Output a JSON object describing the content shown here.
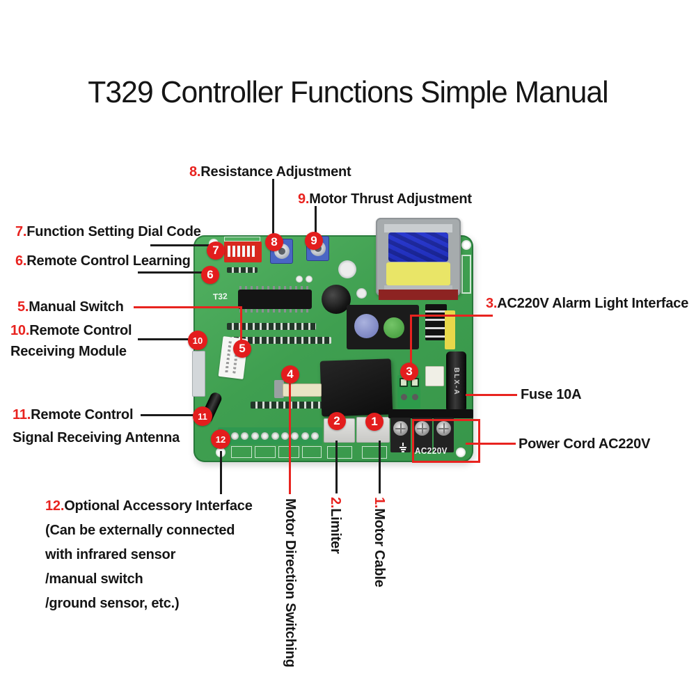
{
  "title": "T329 Controller Functions Simple Manual",
  "callouts": {
    "resistance": {
      "num": "8.",
      "label": "Resistance Adjustment"
    },
    "thrust": {
      "num": "9.",
      "label": "Motor Thrust Adjustment"
    },
    "dial_code": {
      "num": "7.",
      "label": "Function Setting Dial Code"
    },
    "remote_learning": {
      "num": "6.",
      "label": "Remote Control Learning"
    },
    "manual_switch": {
      "num": "5.",
      "label": "Manual Switch"
    },
    "receiving_module": {
      "num": "10.",
      "label": "Remote Control",
      "label2": "Receiving Module"
    },
    "antenna": {
      "num": "11.",
      "label": "Remote Control",
      "label2": "Signal Receiving Antenna"
    },
    "accessory": {
      "num": "12.",
      "label": "Optional Accessory Interface",
      "line2": "(Can be externally connected",
      "line3": "with infrared sensor",
      "line4": "/manual switch",
      "line5": "/ground sensor, etc.)"
    },
    "alarm": {
      "num": "3.",
      "label": "AC220V Alarm Light Interface"
    },
    "fuse": {
      "label": "Fuse 10A"
    },
    "power_cord": {
      "label": "Power Cord AC220V"
    },
    "motor_direction": {
      "label": "Motor Direction Switching"
    },
    "limiter": {
      "num": "2.",
      "label": "Limiter"
    },
    "motor_cable": {
      "num": "1.",
      "label": "Motor Cable"
    }
  },
  "board_markers": {
    "m1": "1",
    "m2": "2",
    "m3": "3",
    "m4": "4",
    "m5": "5",
    "m6": "6",
    "m7": "7",
    "m8": "8",
    "m9": "9",
    "m10": "10",
    "m11": "11",
    "m12": "12"
  },
  "silkscreen": {
    "model": "T32",
    "power": "AC220V",
    "fuse": "BLX-A"
  },
  "colors": {
    "accent_red": "#e8231f",
    "marker_red": "#e31d1d",
    "pcb_green": "#3f9f50",
    "text_black": "#111111"
  }
}
